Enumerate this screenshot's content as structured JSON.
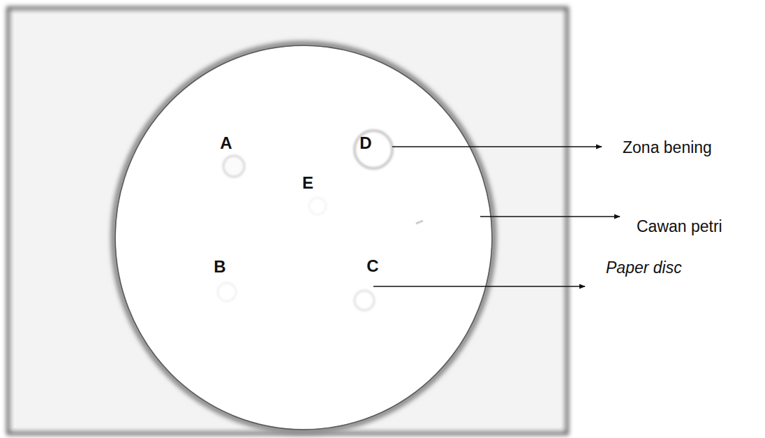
{
  "diagram": {
    "labels": [
      "A",
      "D",
      "E",
      "B",
      "C",
      "Zona bening",
      "Cawan petri",
      "Paper disc"
    ]
  }
}
